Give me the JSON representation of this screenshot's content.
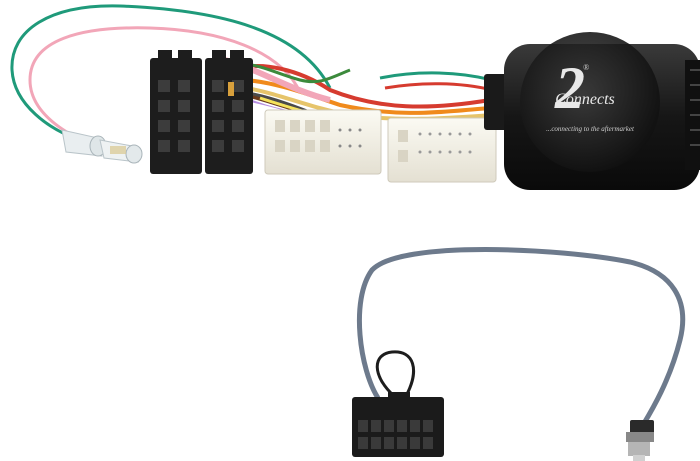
{
  "product": {
    "logo_brand": "Connects",
    "logo_number": "2",
    "logo_registered": "®",
    "logo_tagline": "...connecting to the aftermarket"
  },
  "colors": {
    "green_wire": "#1f9a7a",
    "pink_wire": "#f2a6b8",
    "red_wire": "#d63b2f",
    "orange_wire": "#f08a1c",
    "brown_wire": "#6b3a1c",
    "blue_grey_cable": "#6d7a8c",
    "black_plastic": "#1b1b1b",
    "white_plastic": "#f3f0e6"
  }
}
